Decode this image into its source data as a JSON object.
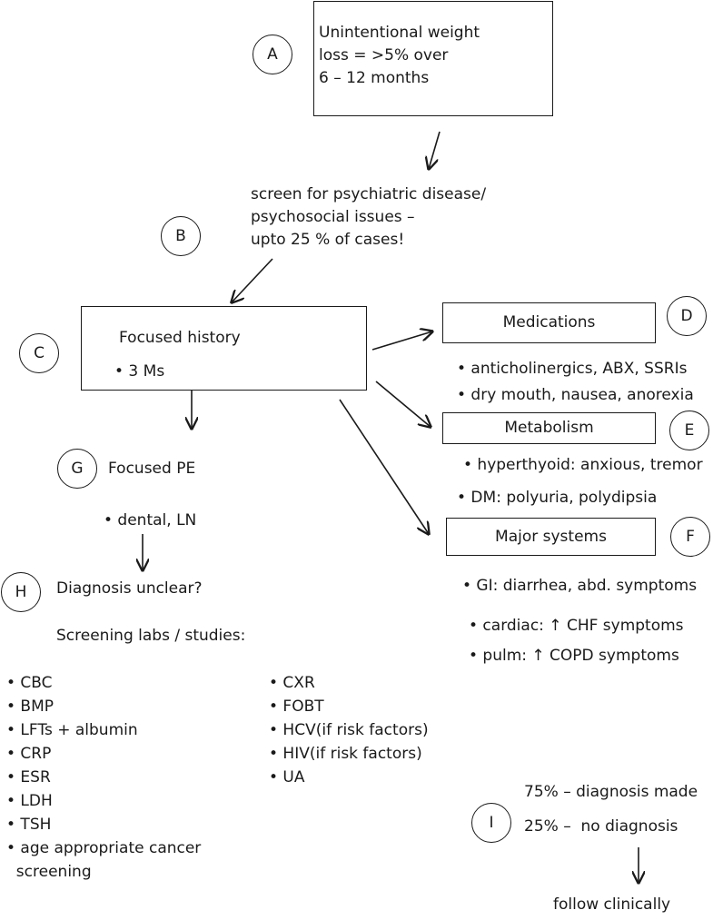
{
  "box_a": {
    "lines": [
      "Unintentional weight",
      "loss = >5% over",
      "6 – 12 months"
    ]
  },
  "labels": {
    "a": "A",
    "b": "B",
    "c": "C",
    "d": "D",
    "e": "E",
    "f": "F",
    "g": "G",
    "h": "H",
    "i": "I"
  },
  "screen_text": [
    "screen for psychiatric disease/",
    "psychosocial issues –",
    "upto 25 % of cases!"
  ],
  "history": {
    "title": "Focused history",
    "bullet": "• 3 Ms"
  },
  "medications": {
    "title": "Medications",
    "bullets": [
      "• anticholinergics, ABX, SSRIs",
      "• dry mouth, nausea, anorexia"
    ]
  },
  "metabolism": {
    "title": "Metabolism",
    "bullets": [
      "• hyperthyoid: anxious, tremor",
      "• DM: polyuria, polydipsia"
    ]
  },
  "major_systems": {
    "title": "Major systems",
    "bullets": [
      "• GI: diarrhea, abd. symptoms",
      "• cardiac: ↑ CHF symptoms",
      "• pulm: ↑ COPD symptoms"
    ]
  },
  "pe": {
    "title": "Focused PE",
    "bullet": "• dental, LN"
  },
  "diagnosis": {
    "title": "Diagnosis unclear?",
    "subtitle": "Screening labs / studies:"
  },
  "labs_left": [
    "• CBC",
    "• BMP",
    "• LFTs + albumin",
    "• CRP",
    "• ESR",
    "• LDH",
    "• TSH",
    "• age appropriate cancer",
    "  screening"
  ],
  "labs_right": [
    "• CXR",
    "• FOBT",
    "• HCV(if risk factors)",
    "• HIV(if risk factors)",
    "• UA"
  ],
  "outcomes": {
    "made": "75% – diagnosis made",
    "none": "25% –  no diagnosis",
    "follow": "follow clinically"
  }
}
